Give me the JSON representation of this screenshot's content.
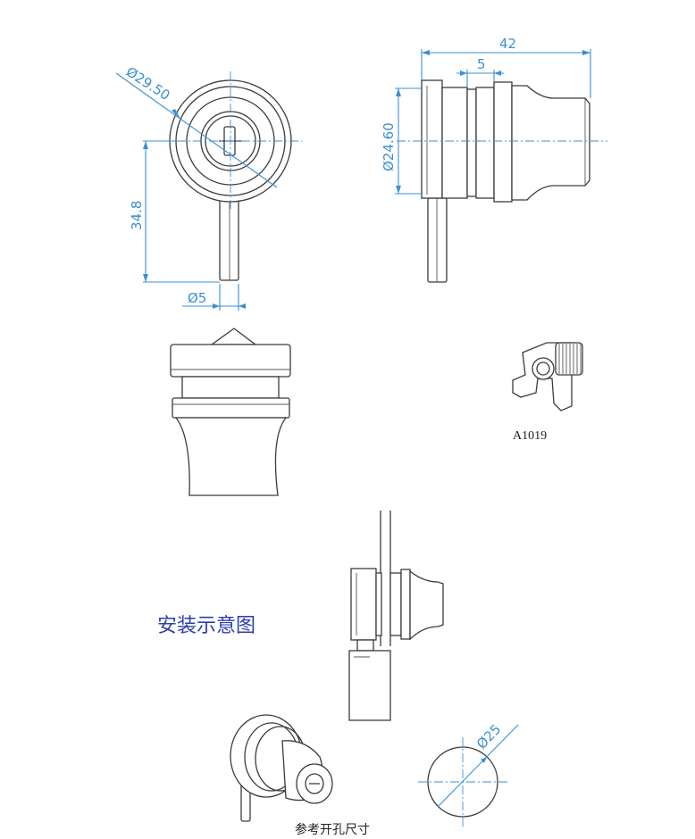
{
  "front_view": {
    "diameter_label": "Ø29.50",
    "height_label": "34.8",
    "pin_label": "Ø5"
  },
  "side_view": {
    "length_label": "42",
    "step_label": "5",
    "diameter_label": "Ø24.60"
  },
  "part_code": "A1019",
  "install_caption": "安装示意图",
  "hole": {
    "diameter_label": "Ø25",
    "caption": "参考开孔尺寸"
  },
  "colors": {
    "dimension": "#3a8fd4",
    "outline": "#3b3b3b",
    "install_caption": "#2b3fb0"
  }
}
